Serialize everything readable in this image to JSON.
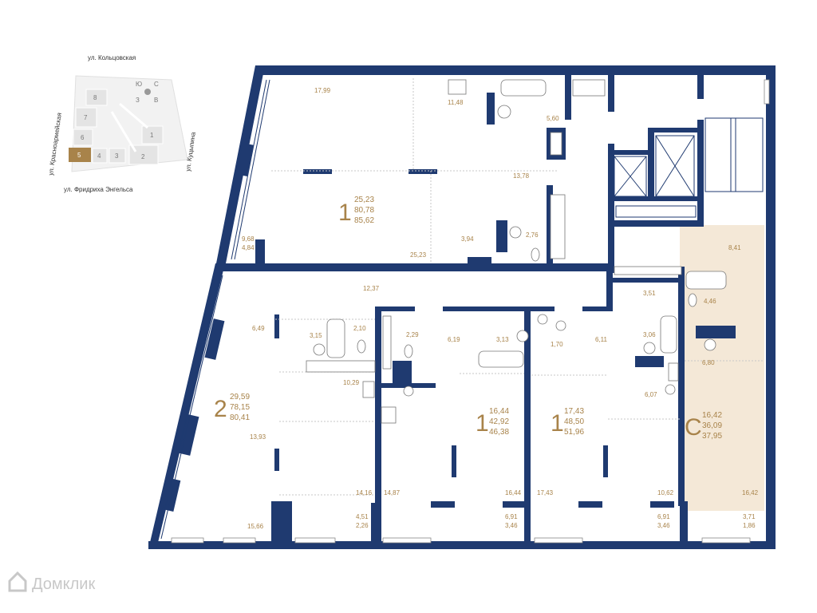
{
  "colors": {
    "wall": "#1f3a70",
    "label": "#a8834a",
    "highlight": "#f4e8d7",
    "keyplan_selected": "#a8834a"
  },
  "keyplan": {
    "street_top": "ул. Кольцовская",
    "street_left": "ул. Красноармейская",
    "street_right": "ул. Куцыпина",
    "street_bottom": "ул. Фридриха Энгельса",
    "compass": [
      "Ю",
      "З",
      "С",
      "В"
    ],
    "sections": [
      "8",
      "7",
      "6",
      "5",
      "4",
      "3",
      "2",
      "1"
    ],
    "selected_section": "5"
  },
  "apartments": {
    "a1": {
      "rooms": "1",
      "areas": [
        "25,23",
        "80,78",
        "85,62"
      ]
    },
    "a2": {
      "rooms": "2",
      "areas": [
        "29,59",
        "78,15",
        "80,41"
      ]
    },
    "a3": {
      "rooms": "1",
      "areas": [
        "16,44",
        "42,92",
        "46,38"
      ]
    },
    "a4": {
      "rooms": "1",
      "areas": [
        "17,43",
        "48,50",
        "51,96"
      ]
    },
    "a5": {
      "rooms": "С",
      "areas": [
        "16,42",
        "36,09",
        "37,95"
      ]
    }
  },
  "room_areas": {
    "r1": "17,99",
    "r2": "11,48",
    "r3": "5,60",
    "r4": "13,78",
    "r5": "3,94",
    "r6": "2,76",
    "r7": "25,23",
    "r8": "9,68",
    "r9": "4,84",
    "r10": "12,37",
    "r11": "6,49",
    "r12": "3,15",
    "r13": "2,10",
    "r14": "10,29",
    "r15": "13,93",
    "r16": "14,16",
    "r17": "15,66",
    "r18": "4,51",
    "r19": "2,26",
    "r20": "2,29",
    "r21": "6,19",
    "r22": "3,13",
    "r23": "14,87",
    "r24": "16,44",
    "r25": "6,91",
    "r26": "3,46",
    "r27": "1,70",
    "r28": "6,11",
    "r29": "3,06",
    "r30": "17,43",
    "r31": "10,62",
    "r32": "6,91",
    "r33": "3,46",
    "r34": "3,51",
    "r35": "6,07",
    "r36": "8,41",
    "r37": "4,46",
    "r38": "6,80",
    "r39": "16,42",
    "r40": "3,71",
    "r41": "1,86"
  },
  "watermark": "Домклик"
}
